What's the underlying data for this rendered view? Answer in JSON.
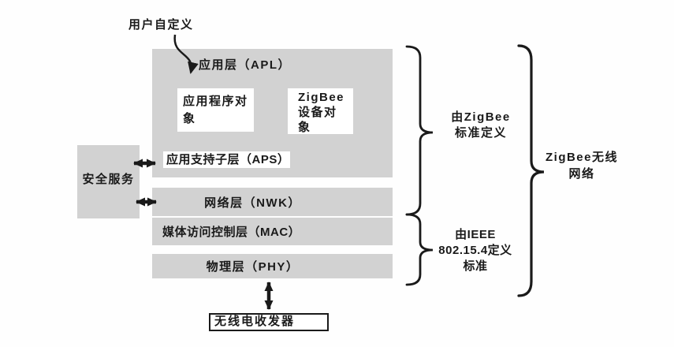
{
  "colors": {
    "block_gray": "#d2d2d2",
    "line_black": "#1a1a1a",
    "background": "#ffffff"
  },
  "top_label": "用户自定义",
  "stack": {
    "apl_title": "应用层（APL）",
    "app_object": "应用程序对\n象",
    "zigbee_device_object": "ZigBee\n设备对\n象",
    "aps": "应用支持子层（APS）",
    "nwk": "网络层（NWK）",
    "mac": "媒体访问控制层（MAC）",
    "phy": "物理层（PHY）"
  },
  "security_label": "安全服务",
  "radio_label": "无线电收发器",
  "annotations": {
    "zigbee_defined": "由ZigBee\n标准定义",
    "ieee_defined": "由IEEE\n802.15.4定义\n标准",
    "zigbee_network": "ZigBee无线\n网络"
  }
}
